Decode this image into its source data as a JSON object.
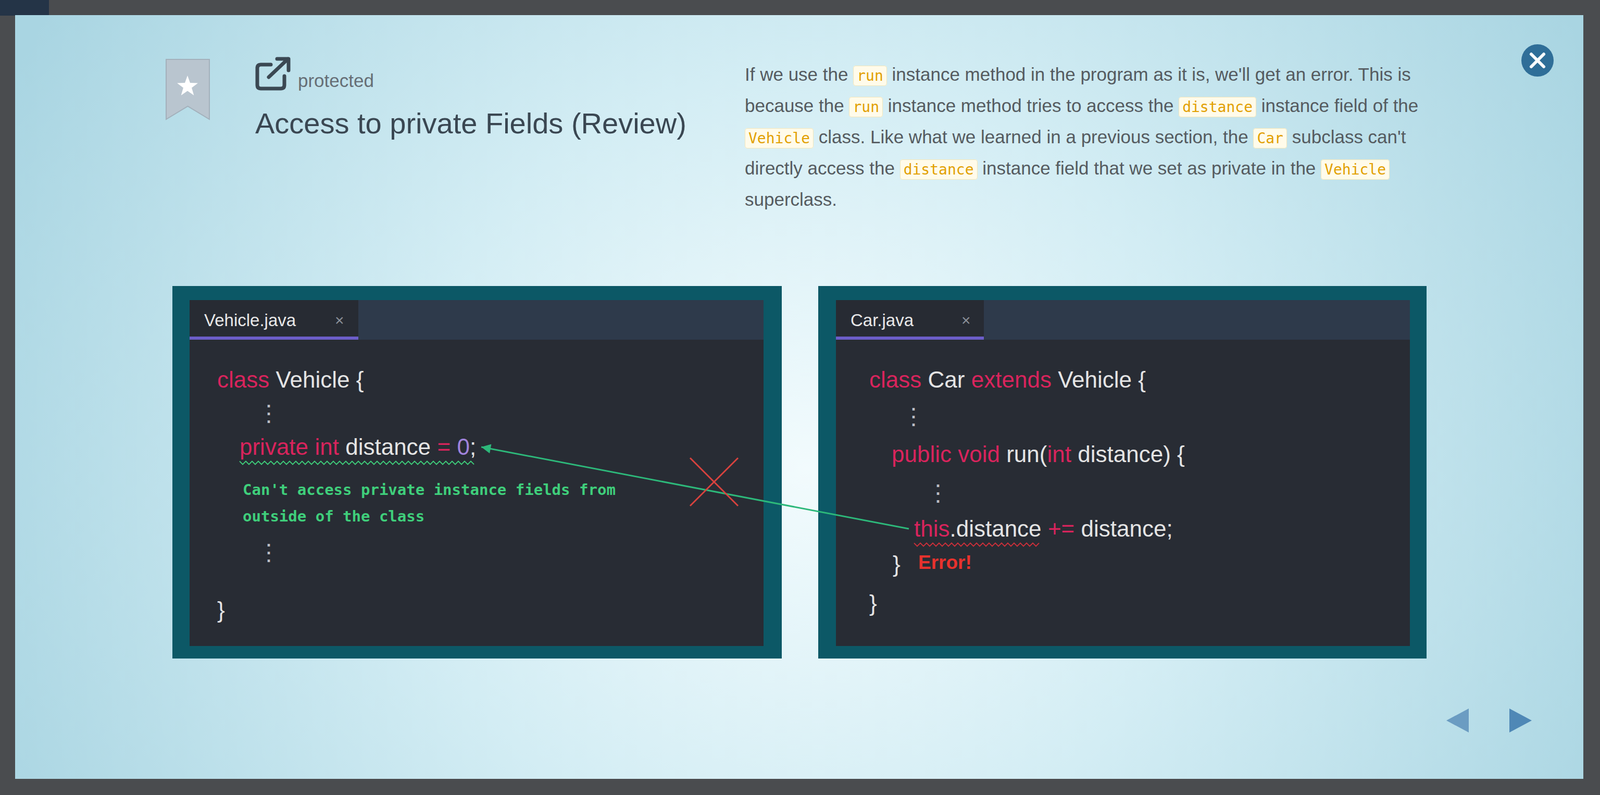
{
  "diagram": {
    "title": "Access to private Fields (Review)",
    "nodes": [
      {
        "text": [
          "Vehicle.java"
        ]
      },
      {
        "text": [
          "Car.java"
        ]
      },
      {
        "text": [
          "private",
          "int",
          "distance",
          "=",
          "0",
          ";"
        ],
        "in": 0
      },
      {
        "text": [
          "this",
          ".distance",
          "+=",
          "distance;"
        ],
        "in": 1
      }
    ],
    "edges": [
      {
        "from": 3,
        "to": 2,
        "arrow": "to"
      }
    ],
    "labels": [
      "protected",
      "If we use the",
      "run",
      "instance method in the program as it is, we'll get an error. This is because the",
      "run",
      "instance method tries to access the",
      "distance",
      "instance field of the",
      "Vehicle",
      "class. Like what we learned in a previous section, the",
      "Car",
      "subclass can't directly access the",
      "distance",
      "instance field that we set as private in the",
      "Vehicle",
      "superclass.",
      "×",
      "class",
      "Vehicle {",
      "⋮",
      "Can't access private instance fields from outside of the class",
      "⋮",
      "}",
      "×",
      "class",
      "Car",
      "extends",
      "Vehicle {",
      "⋮",
      "public void",
      "run(",
      "int",
      "distance) {",
      "⋮",
      "}",
      "Error!",
      "}"
    ]
  }
}
